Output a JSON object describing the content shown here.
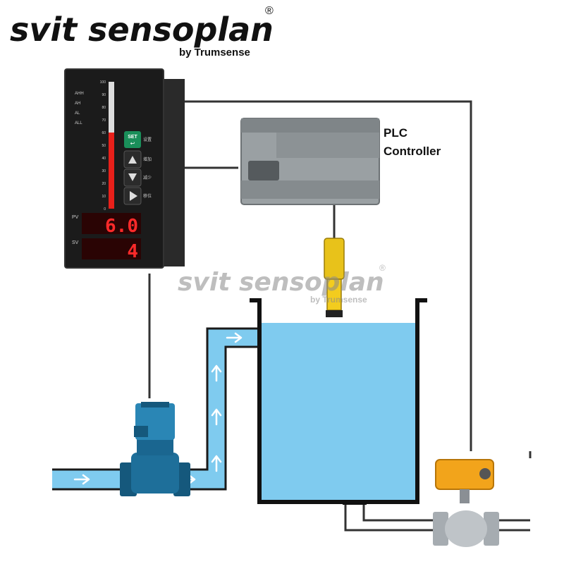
{
  "brand": {
    "name": "svit sensoplan",
    "registered_mark": "®",
    "byline": "by Trumsense"
  },
  "watermark": {
    "name": "svit sensoplan",
    "registered_mark": "®",
    "byline": "by Trumsense"
  },
  "indicator": {
    "scale_ticks": [
      "100",
      "90",
      "80",
      "70",
      "60",
      "50",
      "40",
      "30",
      "20",
      "10",
      "0"
    ],
    "alarm_labels": [
      "AHH",
      "AH",
      "AL",
      "ALL"
    ],
    "set_button_label": "SET",
    "button_texts": [
      "设置",
      "增加",
      "减少",
      "移位"
    ],
    "pv_label": "PV",
    "pv_value": "6.0",
    "sv_label": "SV",
    "sv_value": "4",
    "bar_level_fraction": 0.6
  },
  "plc": {
    "label_line1": "PLC",
    "label_line2": "Controller"
  },
  "colors": {
    "water": "#7fcbef",
    "pipe_outline": "#1a1a1a",
    "arrow": "#ffffff",
    "display_red": "#ff2a2a",
    "bar_red": "#e8201a",
    "pump_blue": "#1e6f9a",
    "valve_orange": "#f2a41b",
    "plc_gray": "#9aa0a3"
  }
}
